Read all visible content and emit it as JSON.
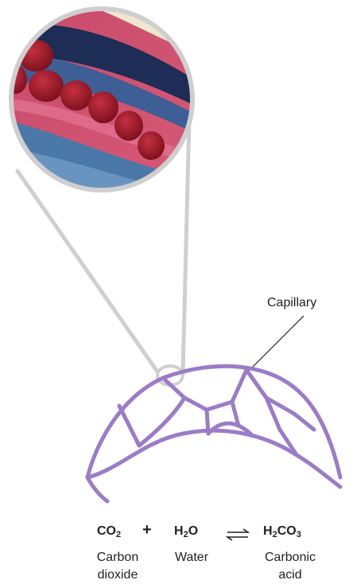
{
  "callout": {
    "label": "Capillary"
  },
  "equation": {
    "reactant1": {
      "base": "CO",
      "sub": "2",
      "name_line1": "Carbon",
      "name_line2": "dioxide"
    },
    "plus": "+",
    "reactant2": {
      "base1": "H",
      "sub": "2",
      "base2": "O",
      "name_line1": "Water"
    },
    "arrow_icon": "equilibrium-arrows-icon",
    "product": {
      "base1": "H",
      "sub1": "2",
      "base2": "CO",
      "sub2": "3",
      "name_line1": "Carbonic",
      "name_line2": "acid"
    }
  },
  "colors": {
    "capillary": "#9b7cc8",
    "lens_rim": "#cfcfcf",
    "cell_red": "#a8182a",
    "tissue_blue": "#4a78a8"
  },
  "icons": {
    "magnifier": "magnified-capillary-cells-icon",
    "network": "capillary-network-icon"
  }
}
